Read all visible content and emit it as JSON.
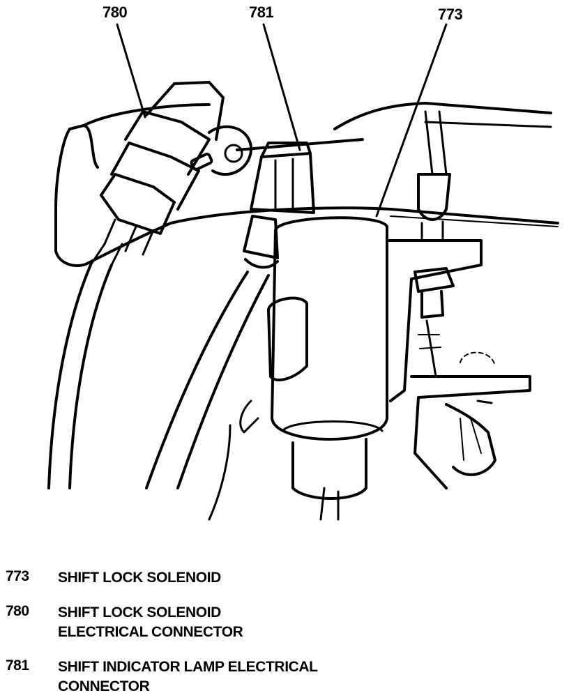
{
  "callouts": {
    "c780": "780",
    "c781": "781",
    "c773": "773"
  },
  "legend": [
    {
      "number": "773",
      "lines": [
        "SHIFT LOCK SOLENOID"
      ]
    },
    {
      "number": "780",
      "lines": [
        "SHIFT LOCK SOLENOID",
        "ELECTRICAL CONNECTOR"
      ]
    },
    {
      "number": "781",
      "lines": [
        "SHIFT INDICATOR LAMP ELECTRICAL",
        "CONNECTOR"
      ]
    }
  ]
}
